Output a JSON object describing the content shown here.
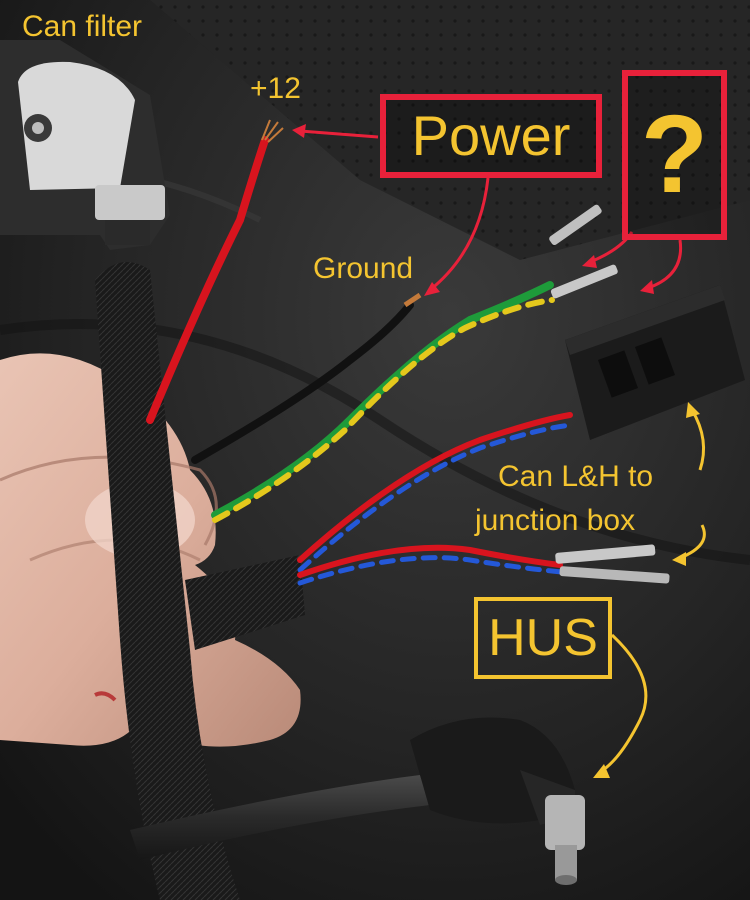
{
  "labels": {
    "can_filter": "Can filter",
    "plus12": "+12",
    "power": "Power",
    "question": "?",
    "ground": "Ground",
    "can_lh": "Can L&H to",
    "junction_box": "junction box",
    "hus": "HUS"
  },
  "colors": {
    "label_yellow": "#F4C430",
    "power_box_border": "#E8213A",
    "question_fill": "#E8213A",
    "arrow_red": "#E8213A",
    "arrow_yellow": "#F4C430",
    "wire_red": "#D8141E",
    "wire_black": "#111111",
    "wire_green": "#1E9B3A",
    "wire_yellow": "#E4C81C",
    "wire_blue": "#2458D8"
  }
}
